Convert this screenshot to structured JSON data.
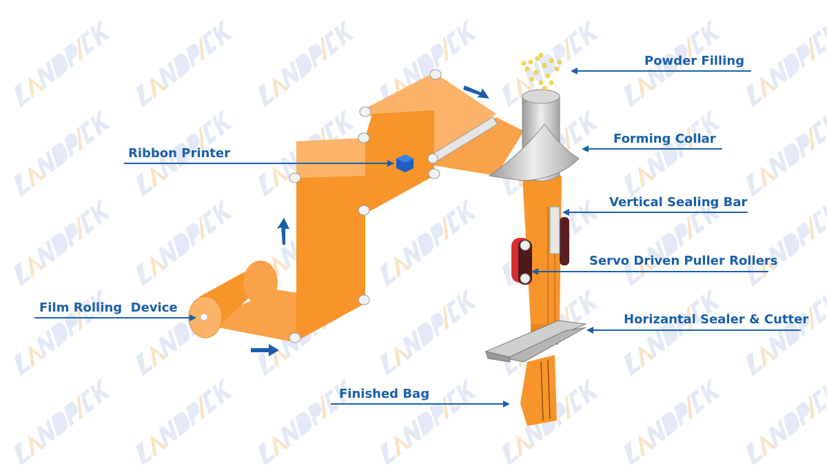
{
  "watermark": "LANDPACK",
  "labels": {
    "powder_filling": "Powder Filling",
    "forming_collar": "Forming Collar",
    "vertical_sealing_bar": "Vertical Sealing Bar",
    "servo_rollers": "Servo Driven Puller Rollers",
    "horizontal_sealer": "Horizantal Sealer & Cutter",
    "ribbon_printer": "Ribbon Printer",
    "film_rolling": "Film Rolling  Device",
    "finished_bag": "Finished Bag"
  },
  "colors": {
    "label": "#1a5fab",
    "film": "#f7952a",
    "film_light": "#fbb469",
    "metal": "#c9c9c9",
    "roller_red": "#d62f2f",
    "printer": "#1f5fc4"
  }
}
